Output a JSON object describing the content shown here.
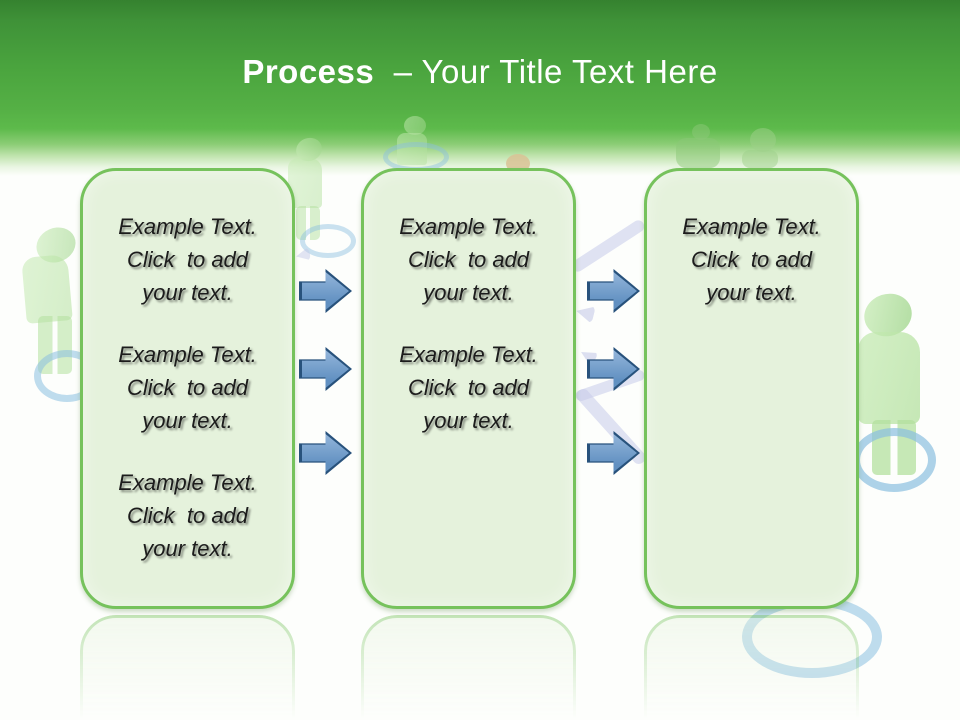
{
  "title": {
    "bold": "Process",
    "rest": "  – Your Title Text Here"
  },
  "boxes": [
    {
      "paragraphs": [
        "Example Text.\nClick  to add\nyour text.",
        "Example Text.\nClick  to add\nyour text.",
        "Example Text.\nClick  to add\nyour text."
      ]
    },
    {
      "paragraphs": [
        "Example Text.\nClick  to add\nyour text.",
        "Example Text.\nClick  to add\nyour text."
      ]
    },
    {
      "paragraphs": [
        "Example Text.\nClick  to add\nyour text."
      ]
    }
  ],
  "flow": {
    "arrow_columns": 2,
    "arrows_per_column": 3,
    "direction": "right"
  },
  "decor_icons": [
    "person-figure-icon",
    "orbit-ring-icon",
    "connector-arrow-icon"
  ],
  "colors": {
    "header-top": "#35822f",
    "header-mid": "#4aa43e",
    "header-bright": "#5dba4b",
    "header-fade": "#eaf6e3",
    "box-fill": "#e5f2dc",
    "box-border": "#76c25c",
    "arrow-fill": "#6190c1",
    "arrow-light": "#93b5da",
    "arrow-border": "#28527c",
    "text-dark": "#1c1c1c",
    "title-white": "#ffffff",
    "figure-green": "#b3e09e",
    "ring-blue": "#8abfe0",
    "connector-lavender": "#c7cbe9",
    "head-tan": "#d9c295"
  }
}
